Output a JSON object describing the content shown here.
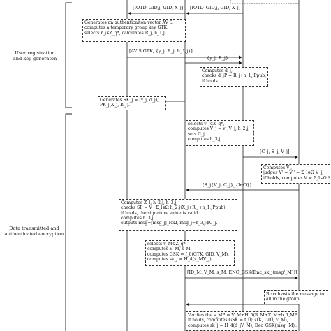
{
  "phase_labels": {
    "registration": [
      "User registration",
      "and key generaton"
    ],
    "transmission": [
      "Data transmitted and",
      "authenticated encryption"
    ]
  },
  "messages": {
    "m0": "[IOTD_GID,j, GID, X_j]",
    "m1": "[IOTD_GID,j, GID, X_j]",
    "m2": "[AV S,GTK, {y_j, R_j, h_1,j}]",
    "m3": "{y_j, R_j}",
    "m4": "[C_j, S_j, V_j]",
    "m5": "[S_j{V_j, C_j}_{l∈Ω}]",
    "m6": "[ID_M, V_M, s_M, ENC_GSK(Enc_sk_j(msg'_M))]"
  },
  "boxes": {
    "b1": [
      "Generates an authenticaiton vector AV S,",
      "computes a temporary group key GTK,",
      "selects r_j∈Z_q*, calculates R_j, h_1,j."
    ],
    "b2": [
      "Computes d_j,",
      "checks d_jP = R_j+h_1,jPpub,",
      "if holds."
    ],
    "b3": [
      "Generates SK_j = (x_j, d_j),",
      "PK_j(X_j, R_j)."
    ],
    "b4": [
      "selects v_j∈Z_q*,",
      "computes V_j = v_jV_j, h_2,j,",
      "sets C_j,",
      "computes h_3,j."
    ],
    "b5": [
      "Computes V',",
      "judges V' = V'' = Σ_l∈Ω V_j,",
      "if holds, computes V = Σ_l∈Ω S_j."
    ],
    "b6": [
      "Computes Z_l, h_2,j, h_3,j,",
      "checks SP = V+Σ_l∈Ω h_2,j(X_j+R_j+h_1,jPpub),",
      "if holds, the signature value is valid.",
      "computes h_3,j,",
      "outputs msg=[msg_j]_l∈Ω, msg_j=h_3,j⊕C_j."
    ],
    "b7": [
      "selects v_M∈Z_q*,",
      "computes V_M, s_M,",
      "computes GSK = f_0(GTK, GID, V_M),",
      "computes sk_j = H_4(v_MV_j)."
    ],
    "b8": [
      "Broadcasts the message to",
      "all in the group."
    ],
    "b9": [
      "Verifies the s_MP = V_M+H_5(R_M+X_M+h_1,MPpub),",
      "if holds, computes GSK = f_0(GTK, GID, V_M),",
      "computes sk_j = H_4(d_jV_M), Dec_GSK(msg'_M)..."
    ]
  }
}
